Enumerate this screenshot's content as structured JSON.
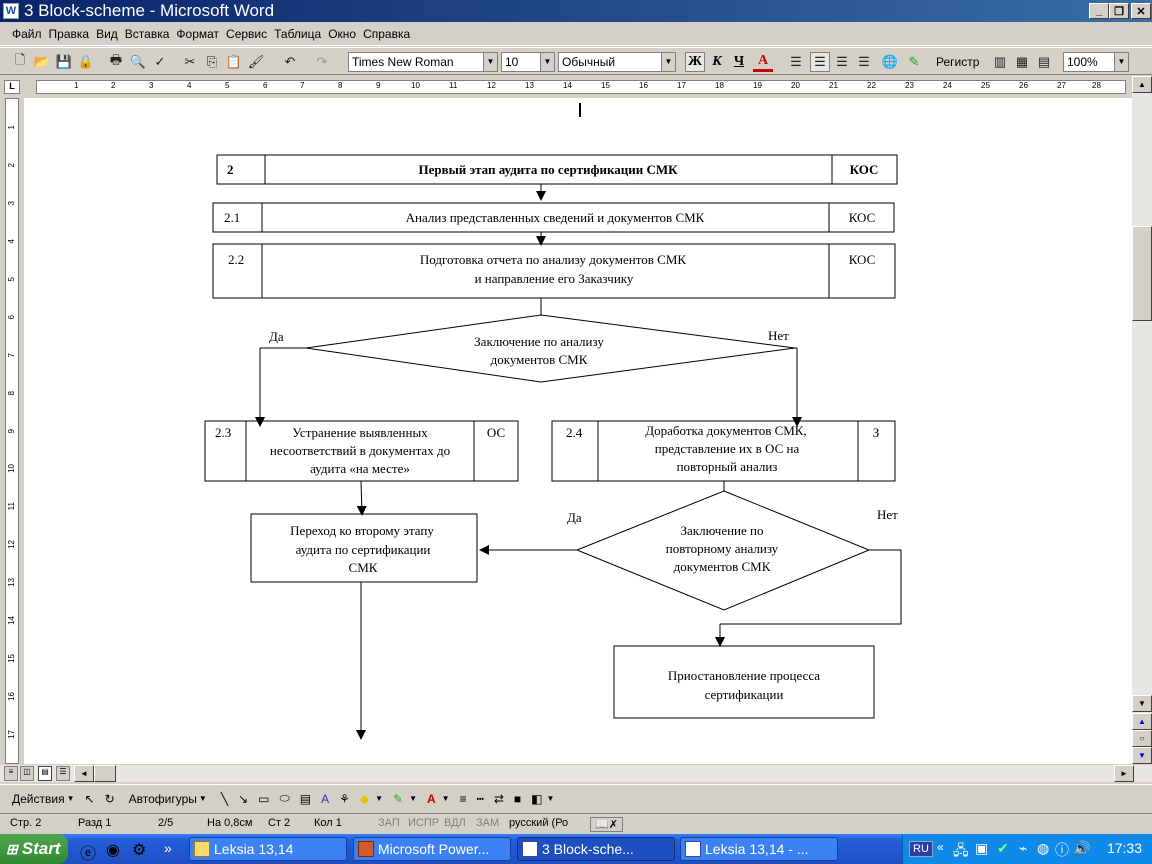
{
  "window": {
    "title": "3 Block-scheme - Microsoft Word",
    "app_icon": "word-icon"
  },
  "menu": [
    "Файл",
    "Правка",
    "Вид",
    "Вставка",
    "Формат",
    "Сервис",
    "Таблица",
    "Окно",
    "Справка"
  ],
  "toolbar": {
    "font_name": "Times New Roman",
    "font_size": "10",
    "style": "Обычный",
    "bold": "Ж",
    "italic": "К",
    "underline": "Ч",
    "font_color": "A",
    "register": "Регистр",
    "zoom": "100%"
  },
  "ruler": {
    "h_numbers": [
      "1",
      "2",
      "3",
      "4",
      "5",
      "6",
      "7",
      "8",
      "9",
      "10",
      "11",
      "12",
      "13",
      "14",
      "15",
      "16",
      "17",
      "18",
      "19",
      "20",
      "21",
      "22",
      "23",
      "24",
      "25",
      "26",
      "27",
      "28"
    ],
    "v_numbers": [
      "1",
      "2",
      "3",
      "4",
      "5",
      "6",
      "7",
      "8",
      "9",
      "10",
      "11",
      "12",
      "13",
      "14",
      "15",
      "16",
      "17"
    ]
  },
  "flowchart": {
    "row2": {
      "num": "2",
      "text": "Первый этап аудита по сертификации СМК",
      "resp": "КОС"
    },
    "row21": {
      "num": "2.1",
      "text": "Анализ представленных сведений и документов СМК",
      "resp": "КОС"
    },
    "row22": {
      "num": "2.2",
      "line1": "Подготовка отчета по анализу документов СМК",
      "line2": "и направление его Заказчику",
      "resp": "КОС"
    },
    "diamond1": {
      "line1": "Заключение по анализу",
      "line2": "документов СМК",
      "yes": "Да",
      "no": "Нет"
    },
    "row23": {
      "num": "2.3",
      "line1": "Устранение выявленных",
      "line2": "несоответствий в документах до",
      "line3": "аудита «на месте»",
      "resp": "ОС"
    },
    "row24": {
      "num": "2.4",
      "line1": "Доработка документов СМК,",
      "line2": "представление их  в ОС на",
      "line3": "повторный анализ",
      "resp": "З"
    },
    "stage2": {
      "line1": "Переход ко второму этапу",
      "line2": "аудита по сертификации",
      "line3": "СМК"
    },
    "diamond2": {
      "line1": "Заключение по",
      "line2": "повторному анализу",
      "line3": "документов СМК",
      "yes": "Да",
      "no": "Нет"
    },
    "suspend": {
      "line1": "Приостановление процесса",
      "line2": "сертификации"
    }
  },
  "drawbar": {
    "actions": "Действия",
    "autoshapes": "Автофигуры"
  },
  "status": {
    "page": "Стр. 2",
    "section": "Разд 1",
    "pages": "2/5",
    "at": "На 0,8см",
    "line": "Ст 2",
    "col": "Кол 1",
    "rec": "ЗАП",
    "trk": "ИСПР",
    "ext": "ВДЛ",
    "ovr": "ЗАМ",
    "lang": "русский (Ро"
  },
  "taskbar": {
    "start": "Start",
    "tasks": [
      "Leksia 13,14",
      "Microsoft Power...",
      "3 Block-sche...",
      "Leksia 13,14 - ..."
    ],
    "lang": "RU",
    "clock": "17:33"
  }
}
